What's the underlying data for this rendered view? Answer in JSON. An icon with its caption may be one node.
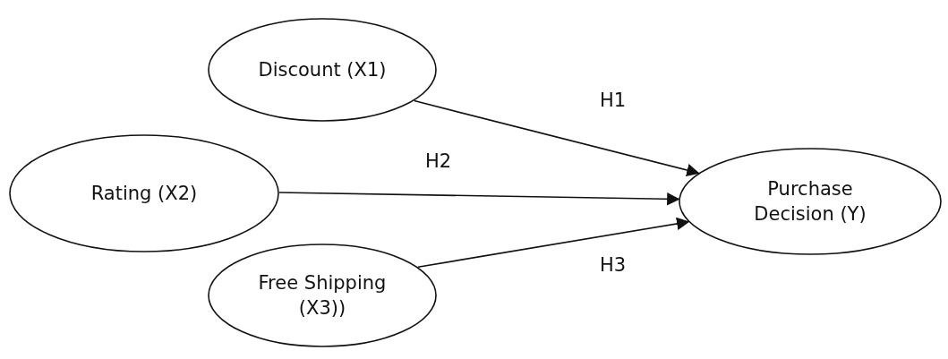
{
  "diagram": {
    "nodes": [
      {
        "text": [
          "Discount (X1)"
        ]
      },
      {
        "text": [
          "Rating (X2)"
        ]
      },
      {
        "text": [
          "Free Shipping (X3))"
        ]
      },
      {
        "text": [
          "Purchase Decision (Y)"
        ]
      }
    ],
    "edges": [
      {
        "from": 0,
        "to": 3,
        "arrow": "to",
        "label": "H1"
      },
      {
        "from": 1,
        "to": 3,
        "arrow": "to",
        "label": "H2"
      },
      {
        "from": 2,
        "to": 3,
        "arrow": "to",
        "label": "H3"
      }
    ]
  }
}
